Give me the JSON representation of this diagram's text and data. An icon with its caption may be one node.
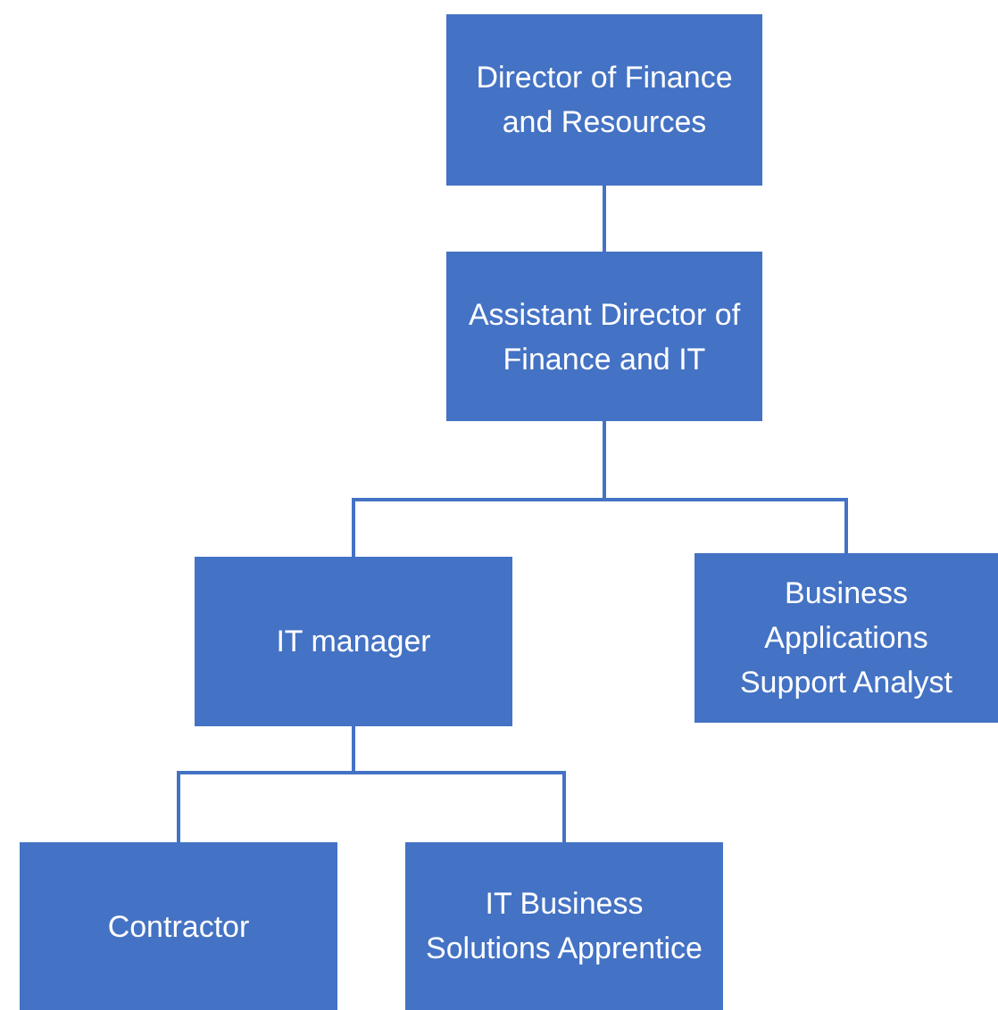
{
  "diagram": {
    "nodes": [
      {
        "text": [
          "Director of Finance and Resources"
        ]
      },
      {
        "text": [
          "Assistant Director of Finance and IT"
        ]
      },
      {
        "text": [
          "IT manager"
        ]
      },
      {
        "text": [
          "Business Applications Support Analyst"
        ]
      },
      {
        "text": [
          "Contractor"
        ]
      },
      {
        "text": [
          "IT Business Solutions Apprentice"
        ]
      }
    ],
    "edges": [
      {
        "from": 0,
        "to": 1,
        "arrow": "none"
      },
      {
        "from": 1,
        "to": 2,
        "arrow": "none"
      },
      {
        "from": 1,
        "to": 3,
        "arrow": "none"
      },
      {
        "from": 2,
        "to": 4,
        "arrow": "none"
      },
      {
        "from": 2,
        "to": 5,
        "arrow": "none"
      }
    ]
  }
}
